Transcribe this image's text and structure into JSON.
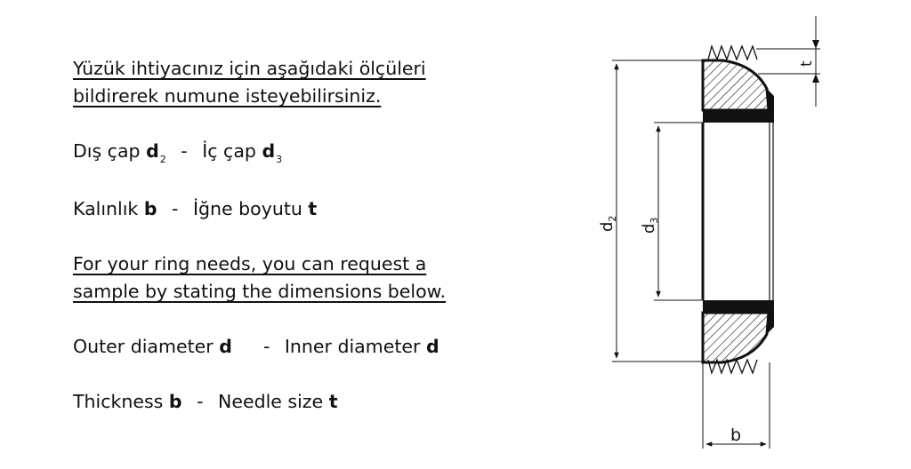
{
  "turkish": {
    "request_line1": "Yüzük ihtiyacınız için aşağıdaki ölçüleri",
    "request_line2": "bildirerek numune isteyebilirsiniz.",
    "outer_label": "Dış çap",
    "outer_symbol": "d",
    "outer_sub": "2",
    "separator": "-",
    "inner_label": "İç çap",
    "inner_symbol": "d",
    "inner_sub": "3",
    "thickness_label": "Kalınlık",
    "thickness_symbol": "b",
    "needle_label": "İğne boyutu",
    "needle_symbol": "t"
  },
  "english": {
    "request_line1": "For your ring needs, you can request a",
    "request_line2": "sample by stating the dimensions below.",
    "outer_label": "Outer diameter",
    "outer_symbol": "d",
    "inner_label": "Inner diameter",
    "inner_symbol": "d",
    "thickness_label": "Thickness",
    "thickness_symbol": "b",
    "needle_label": "Needle size",
    "needle_symbol": "t"
  },
  "drawing": {
    "dim_t": "t",
    "dim_d2": "d",
    "dim_d2_sub": "2",
    "dim_d3": "d",
    "dim_d3_sub": "3",
    "dim_b": "b"
  }
}
